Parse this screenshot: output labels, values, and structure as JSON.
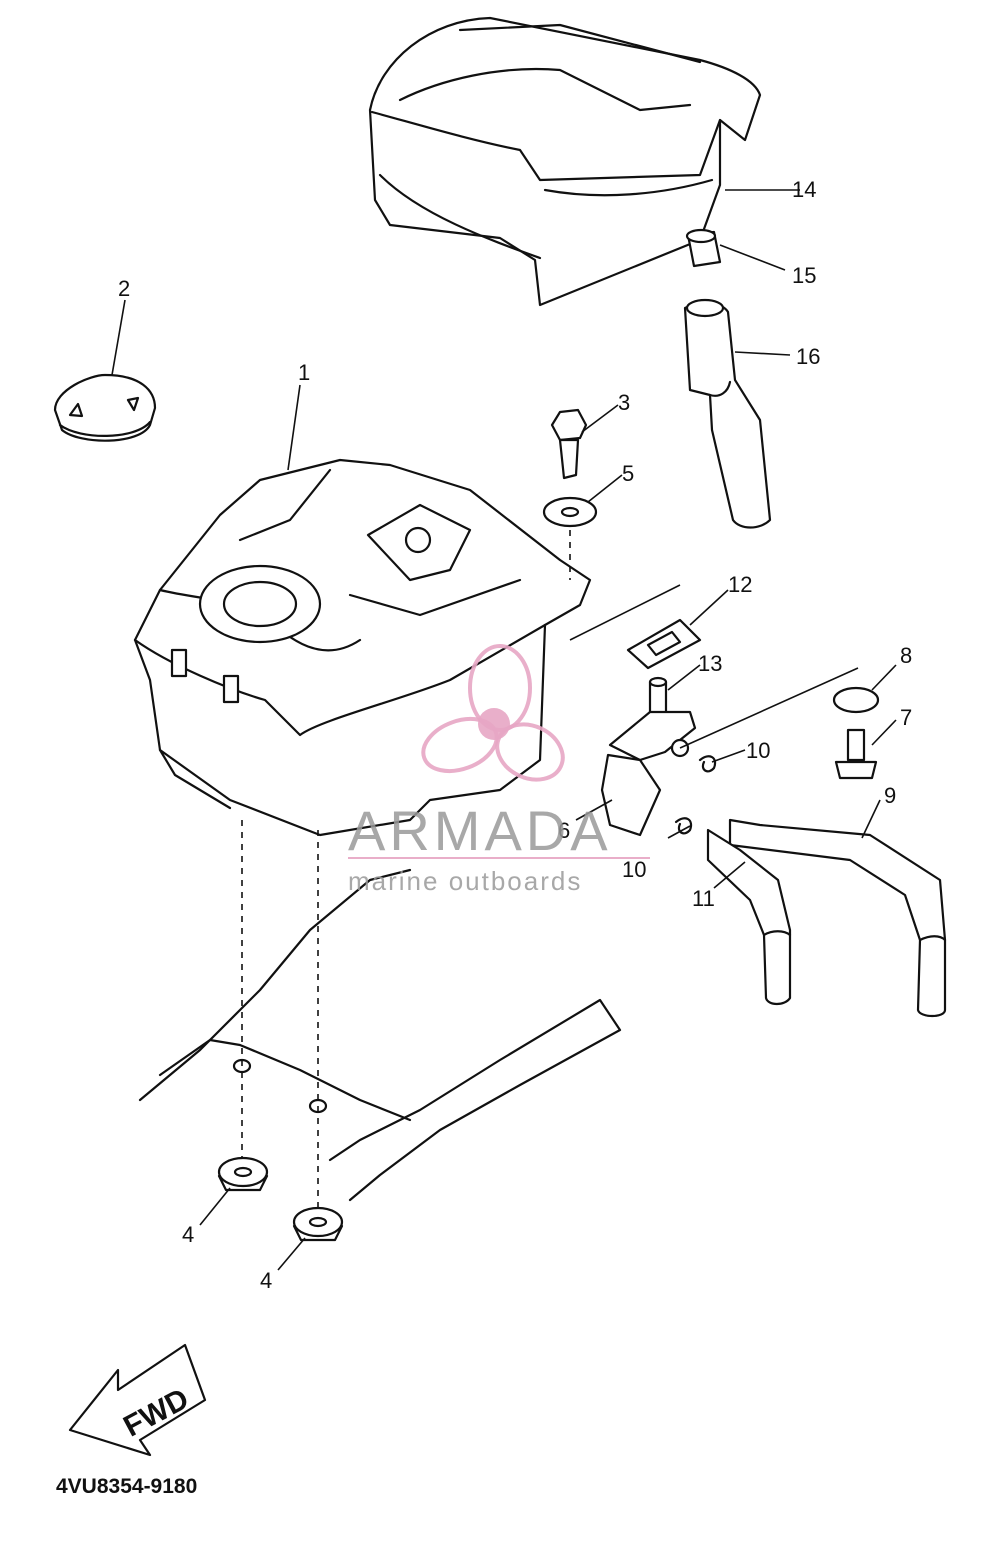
{
  "diagram": {
    "part_numbers": [
      {
        "id": "1",
        "label": "1"
      },
      {
        "id": "2",
        "label": "2"
      },
      {
        "id": "3",
        "label": "3"
      },
      {
        "id": "4a",
        "label": "4"
      },
      {
        "id": "4b",
        "label": "4"
      },
      {
        "id": "5",
        "label": "5"
      },
      {
        "id": "6",
        "label": "6"
      },
      {
        "id": "7",
        "label": "7"
      },
      {
        "id": "8",
        "label": "8"
      },
      {
        "id": "9",
        "label": "9"
      },
      {
        "id": "10a",
        "label": "10"
      },
      {
        "id": "10b",
        "label": "10"
      },
      {
        "id": "11",
        "label": "11"
      },
      {
        "id": "12",
        "label": "12"
      },
      {
        "id": "13",
        "label": "13"
      },
      {
        "id": "14",
        "label": "14"
      },
      {
        "id": "15",
        "label": "15"
      },
      {
        "id": "16",
        "label": "16"
      }
    ],
    "direction_label": "FWD",
    "drawing_code": "4VU8354-9180"
  },
  "watermark": {
    "brand": "ARMADA",
    "tagline": "marine outboards",
    "accent_color": "#e7a6c4"
  }
}
